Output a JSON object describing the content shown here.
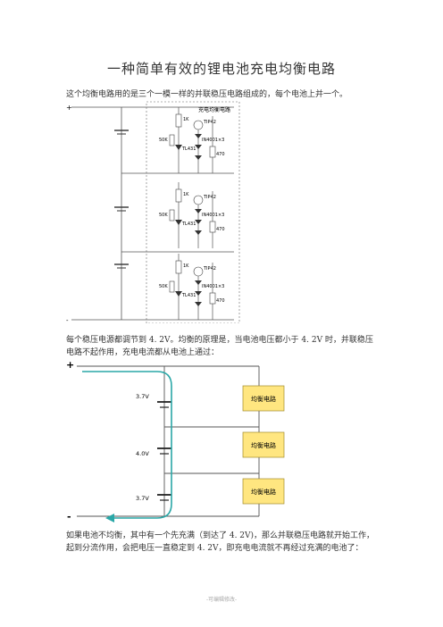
{
  "doc": {
    "title": "一种简单有效的锂电池充电均衡电路",
    "p1": "这个均衡电路用的是三个一模一样的并联稳压电路组成的，每个电池上并一个。",
    "p2": "每个稳压电源都调节到 4. 2V。均衡的原理是，当电池电压都小于 4. 2V 时，并联稳压电路不起作用，充电电流都从电池上通过：",
    "p3": "如果电池不均衡，其中有一个先充满（到达了 4. 2V)，那么并联稳压电路就开始工作，起到分流作用，会把电压一直稳定到 4. 2V，即充电电流就不再经过充满的电池了：",
    "footer": "-可编辑修改-"
  },
  "fig1": {
    "plus": "+",
    "minus": "- ",
    "box_label": "充电均衡电路",
    "r_top": "1K",
    "pot": "50K",
    "ic": "TL431",
    "transistor": "TIP42",
    "diode": "IN4001×3",
    "r_bottom": "470"
  },
  "fig2": {
    "plus": "+",
    "minus": "-",
    "v1": "3.7V",
    "v2": "4.0V",
    "v3": "3.7V",
    "module": "均衡电路",
    "colors": {
      "arrow": "#2aa7a7",
      "module_fill": "#ffe680",
      "module_stroke": "#a08a2a"
    }
  }
}
